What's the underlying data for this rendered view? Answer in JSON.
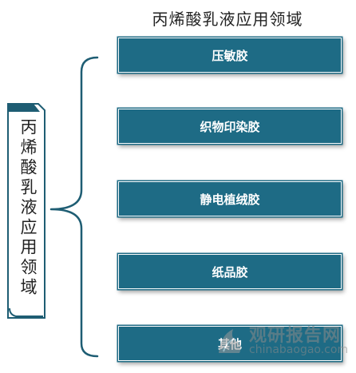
{
  "title": "丙烯酸乳液应用领域",
  "side_label": "丙烯酸乳液应用领域",
  "items": [
    {
      "label": "压敏胶"
    },
    {
      "label": "织物印染胶"
    },
    {
      "label": "静电植绒胶"
    },
    {
      "label": "纸品胶"
    },
    {
      "label": "其他"
    }
  ],
  "watermark": {
    "name": "观研报告网",
    "url": "chinabaogao.com"
  },
  "colors": {
    "box_fill": "#1e6b85",
    "bracket": "#1e5d73",
    "text": "#222222"
  }
}
